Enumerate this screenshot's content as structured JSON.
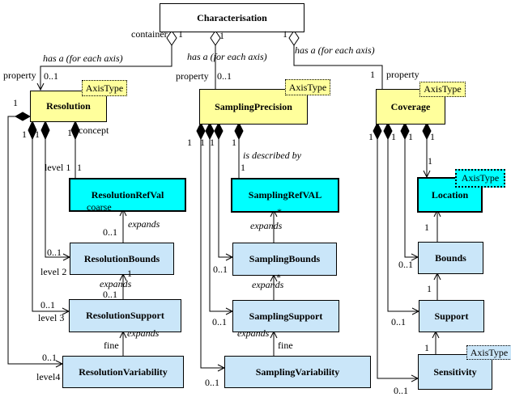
{
  "colors": {
    "class_yellow": "#ffff9c",
    "class_cyan": "#00ffff",
    "class_blue": "#cae6f9",
    "background": "#ffffff"
  },
  "stereotype_label": "AxisType",
  "classes": {
    "characterisation": "Characterisation",
    "resolution": "Resolution",
    "sampling_precision": "SamplingPrecision",
    "coverage": "Coverage",
    "resolution_ref_val": "ResolutionRefVal",
    "sampling_ref_val": "SamplingRefVAL",
    "location": "Location",
    "resolution_bounds": "ResolutionBounds",
    "sampling_bounds": "SamplingBounds",
    "bounds": "Bounds",
    "resolution_support": "ResolutionSupport",
    "sampling_support": "SamplingSupport",
    "support": "Support",
    "resolution_variability": "ResolutionVariability",
    "sampling_variability": "SamplingVariability",
    "sensitivity": "Sensitivity"
  },
  "labels": {
    "container": "container",
    "has_a": "has a (for each axis)",
    "property": "property",
    "concept": "concept",
    "is_described_by": "is described by",
    "expands": "expands",
    "coarse": "coarse",
    "fine": "fine",
    "level_1": "level 1",
    "level_2": "level 2",
    "level_3": "level 3",
    "level_4": "level4",
    "mult_one": "1",
    "mult_zero_one": "0..1",
    "mult_many": "*"
  }
}
